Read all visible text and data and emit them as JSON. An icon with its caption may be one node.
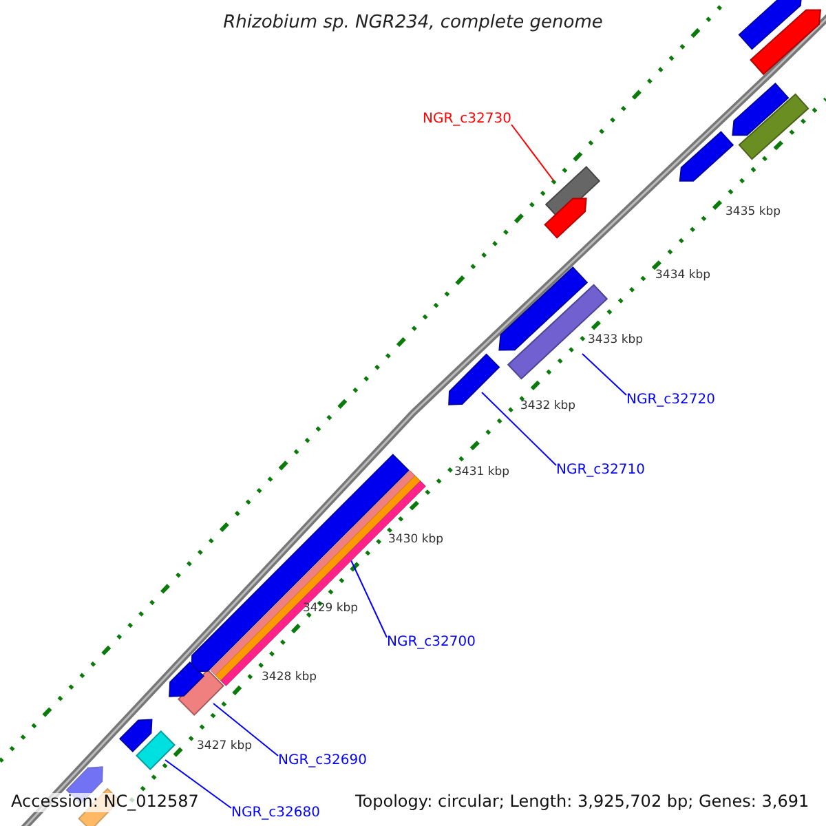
{
  "diagram": {
    "title": "Rhizobium sp. NGR234, complete genome",
    "nodes": [
      {
        "text": [
          "NGR_c32730"
        ]
      },
      {
        "text": [],
        "shape": "bar"
      },
      {
        "text": [
          "NGR_c32720"
        ]
      },
      {
        "text": [],
        "shape": "bar"
      },
      {
        "text": [
          "NGR_c32710"
        ]
      },
      {
        "text": [],
        "shape": "bar"
      },
      {
        "text": [
          "NGR_c32700"
        ]
      },
      {
        "text": [],
        "shape": "bar"
      },
      {
        "text": [
          "NGR_c32690"
        ]
      },
      {
        "text": [],
        "shape": "bar"
      },
      {
        "text": [
          "NGR_c32680"
        ]
      },
      {
        "text": [],
        "shape": "bar"
      },
      {
        "text": [],
        "shape": "bar"
      },
      {
        "text": [],
        "shape": "bar"
      },
      {
        "text": [],
        "shape": "bar"
      },
      {
        "text": [],
        "shape": "bar"
      },
      {
        "text": [],
        "shape": "bar"
      },
      {
        "text": [],
        "shape": "bar"
      },
      {
        "text": [],
        "shape": "bar"
      },
      {
        "text": [],
        "shape": "bar"
      },
      {
        "text": [],
        "shape": "bar"
      },
      {
        "text": [],
        "shape": "bar"
      },
      {
        "text": [],
        "shape": "bar"
      },
      {
        "text": [],
        "shape": "bar"
      }
    ],
    "edges": [
      {
        "from": 0,
        "to": 1,
        "arrow": "none",
        "color": "#ff0000"
      },
      {
        "from": 2,
        "to": 3,
        "arrow": "none"
      },
      {
        "from": 4,
        "to": 5,
        "arrow": "none"
      },
      {
        "from": 6,
        "to": 7,
        "arrow": "none"
      },
      {
        "from": 8,
        "to": 9,
        "arrow": "none"
      },
      {
        "from": 10,
        "to": 11,
        "arrow": "none"
      }
    ],
    "labels": [
      "3435 kbp",
      "3434 kbp",
      "3433 kbp",
      "3432 kbp",
      "3431 kbp",
      "3430 kbp",
      "3429 kbp",
      "3428 kbp",
      "3427 kbp",
      "Accession: NC_012587",
      "Topology: circular; Length: 3,925,702 bp; Genes: 3,691"
    ]
  }
}
